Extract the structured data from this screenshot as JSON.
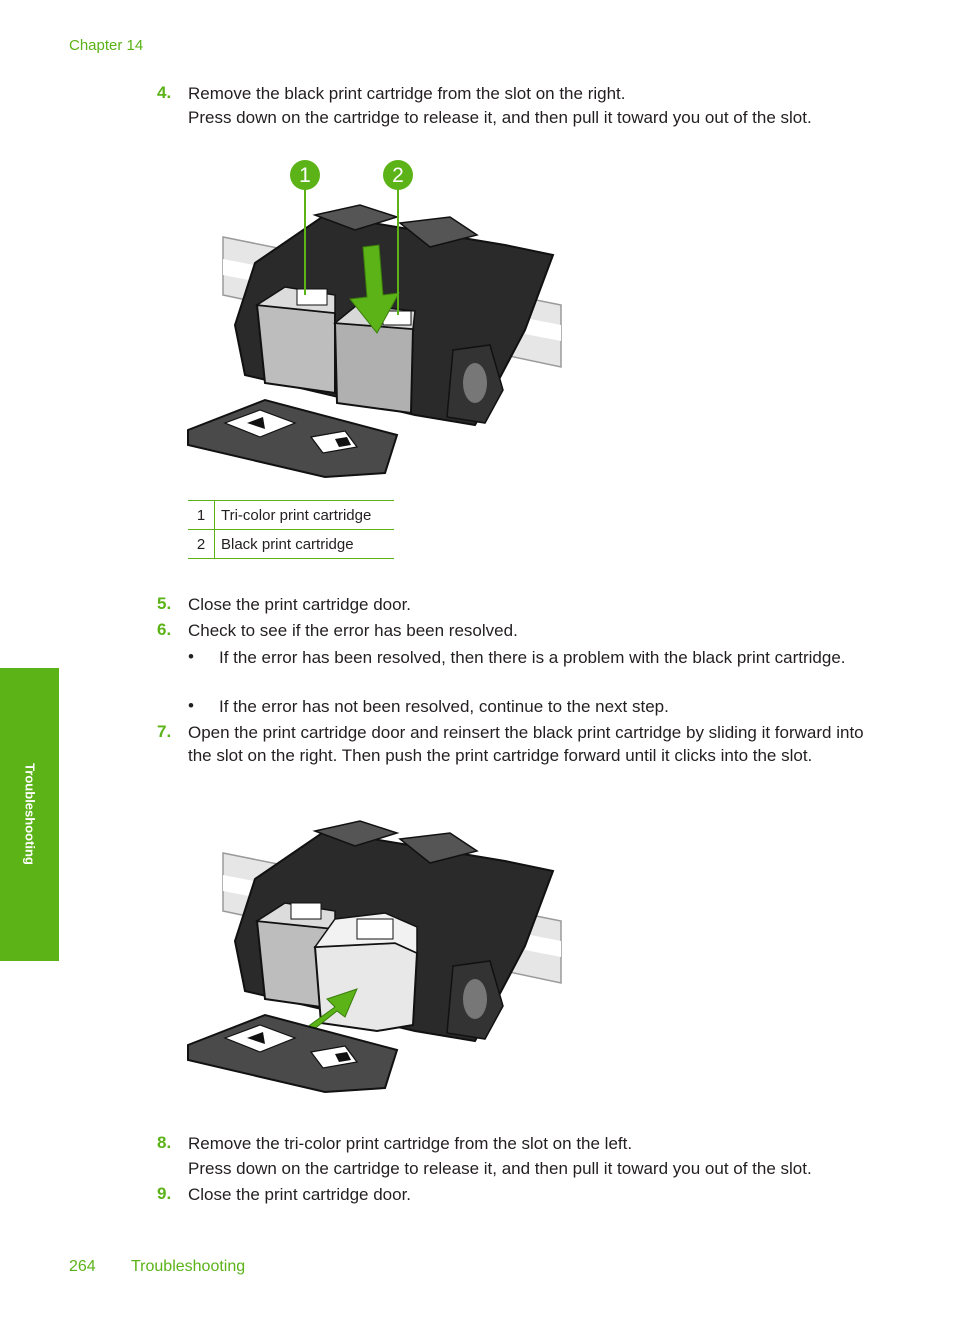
{
  "header": {
    "chapter": "Chapter 14"
  },
  "side_tab": {
    "label": "Troubleshooting"
  },
  "steps": {
    "s4": {
      "num": "4.",
      "line1": "Remove the black print cartridge from the slot on the right.",
      "line2": "Press down on the cartridge to release it, and then pull it toward you out of the slot."
    },
    "s5": {
      "num": "5.",
      "text": "Close the print cartridge door."
    },
    "s6": {
      "num": "6.",
      "text": "Check to see if the error has been resolved.",
      "bullets": [
        {
          "dot": "•",
          "text": "If the error has been resolved, then there is a problem with the black print cartridge."
        },
        {
          "dot": "•",
          "text": "If the error has not been resolved, continue to the next step."
        }
      ]
    },
    "s7": {
      "num": "7.",
      "text": "Open the print cartridge door and reinsert the black print cartridge by sliding it forward into the slot on the right. Then push the print cartridge forward until it clicks into the slot."
    },
    "s8": {
      "num": "8.",
      "line1": "Remove the tri-color print cartridge from the slot on the left.",
      "line2": "Press down on the cartridge to release it, and then pull it toward you out of the slot."
    },
    "s9": {
      "num": "9.",
      "text": "Close the print cartridge door."
    }
  },
  "figure1": {
    "callouts": [
      "1",
      "2"
    ],
    "legend": [
      {
        "num": "1",
        "label": "Tri-color print cartridge"
      },
      {
        "num": "2",
        "label": "Black print cartridge"
      }
    ]
  },
  "footer": {
    "page": "264",
    "section": "Troubleshooting"
  },
  "colors": {
    "accent": "#5bb318",
    "text": "#231f20"
  }
}
